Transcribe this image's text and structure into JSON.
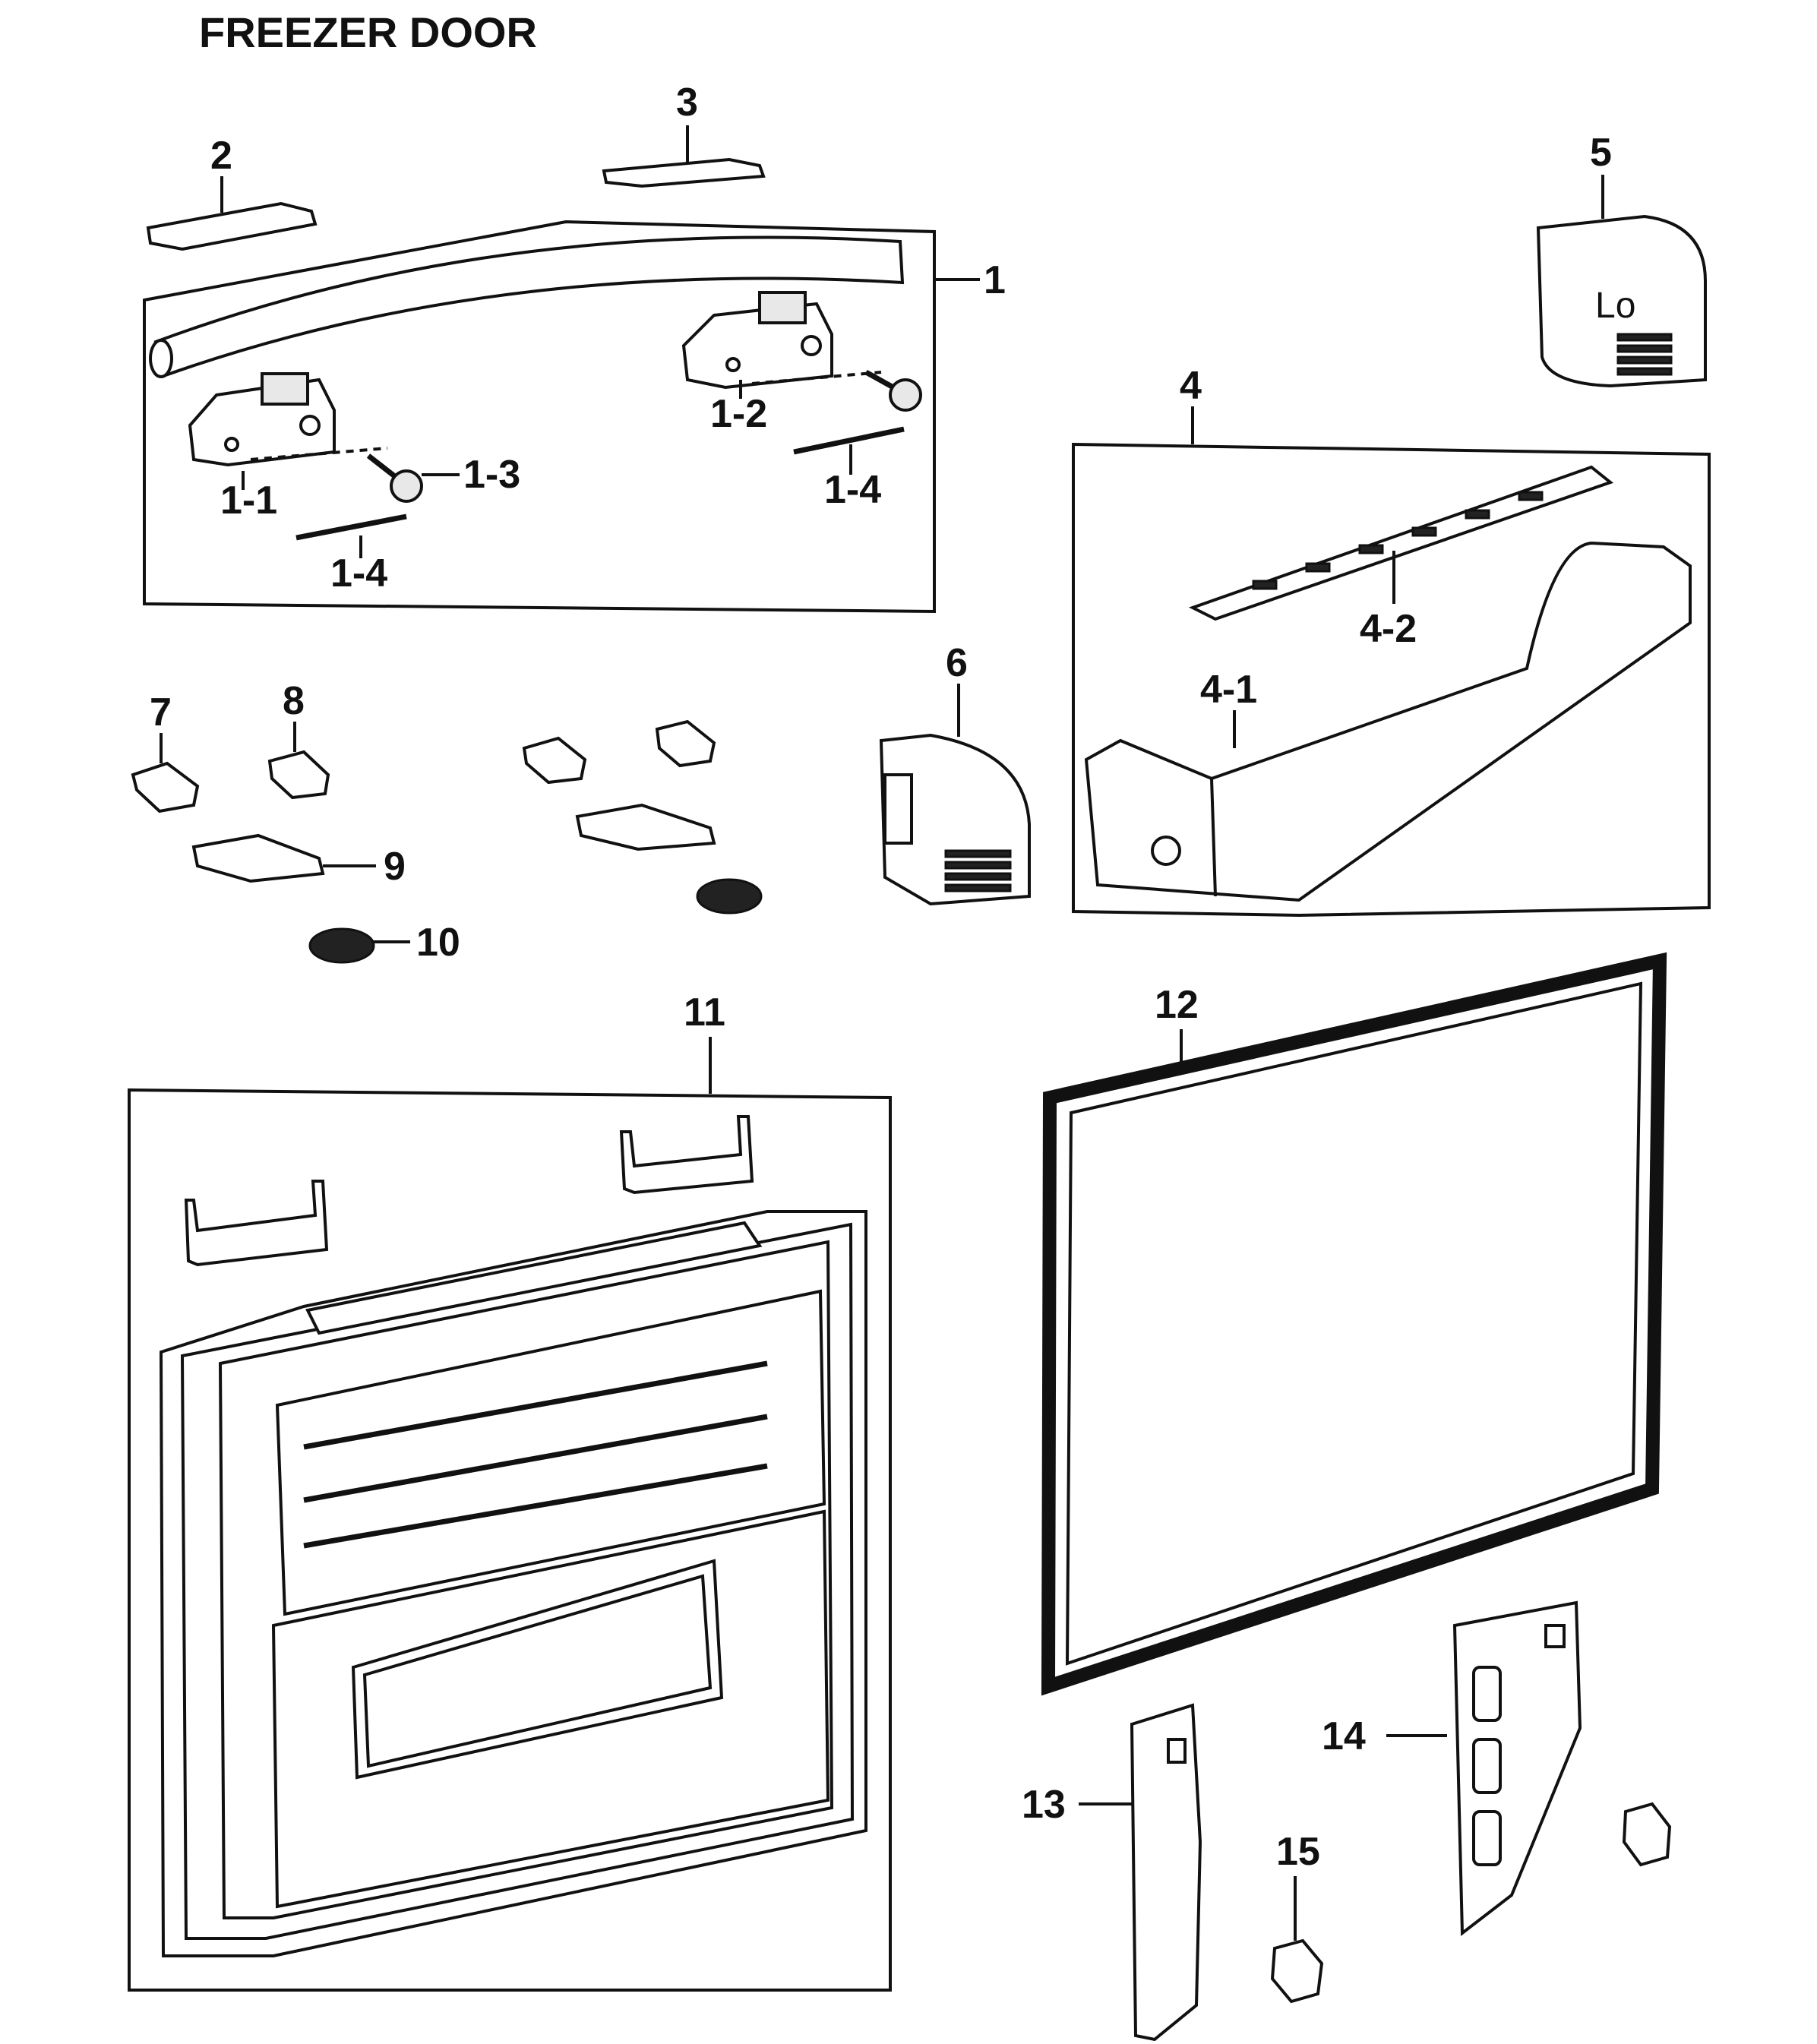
{
  "title": "FREEZER DOOR",
  "labels": {
    "p1": "1",
    "p1_1": "1-1",
    "p1_2": "1-2",
    "p1_3": "1-3",
    "p1_4a": "1-4",
    "p1_4b": "1-4",
    "p2": "2",
    "p3": "3",
    "p4": "4",
    "p4_1": "4-1",
    "p4_2": "4-2",
    "p5": "5",
    "p6": "6",
    "p7": "7",
    "p8": "8",
    "p9": "9",
    "p10": "10",
    "p11": "11",
    "p12": "12",
    "p13": "13",
    "p14": "14",
    "p15": "15"
  },
  "cover_mark": "Lo"
}
